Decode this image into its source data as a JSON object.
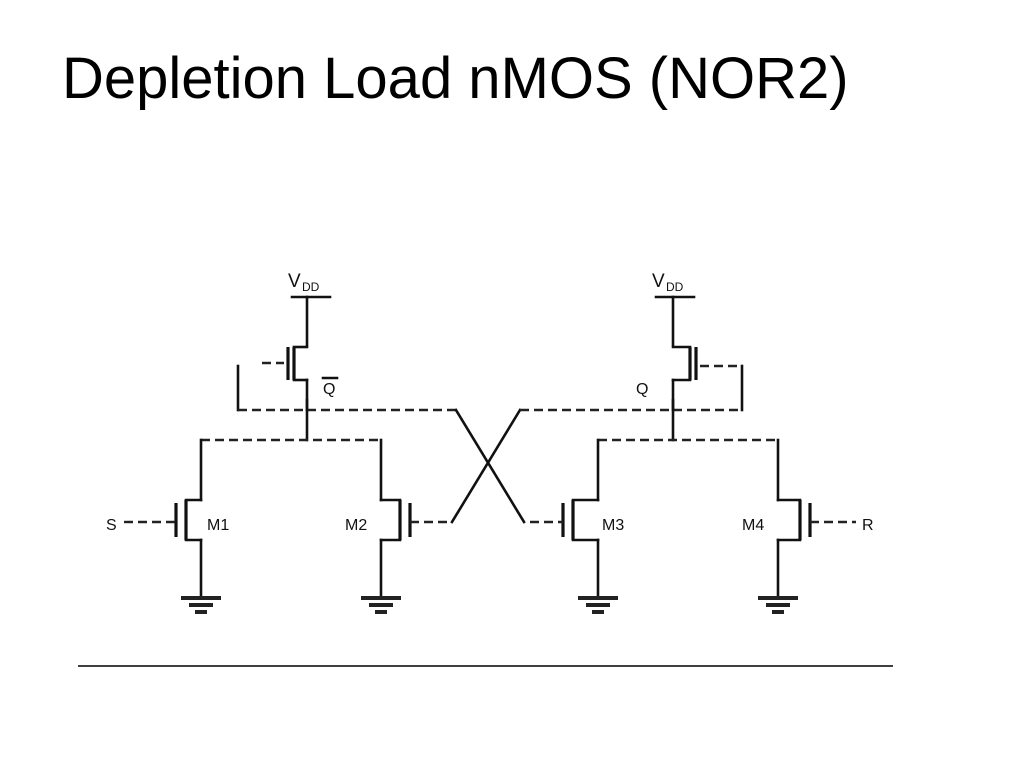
{
  "slide": {
    "title": "Depletion Load nMOS (NOR2)"
  },
  "circuit": {
    "left_supply": {
      "main": "V",
      "sub": "DD"
    },
    "right_supply": {
      "main": "V",
      "sub": "DD"
    },
    "node_q_bar": "Q",
    "node_q": "Q",
    "input_s": "S",
    "input_r": "R",
    "transistors": [
      "M1",
      "M2",
      "M3",
      "M4"
    ]
  }
}
